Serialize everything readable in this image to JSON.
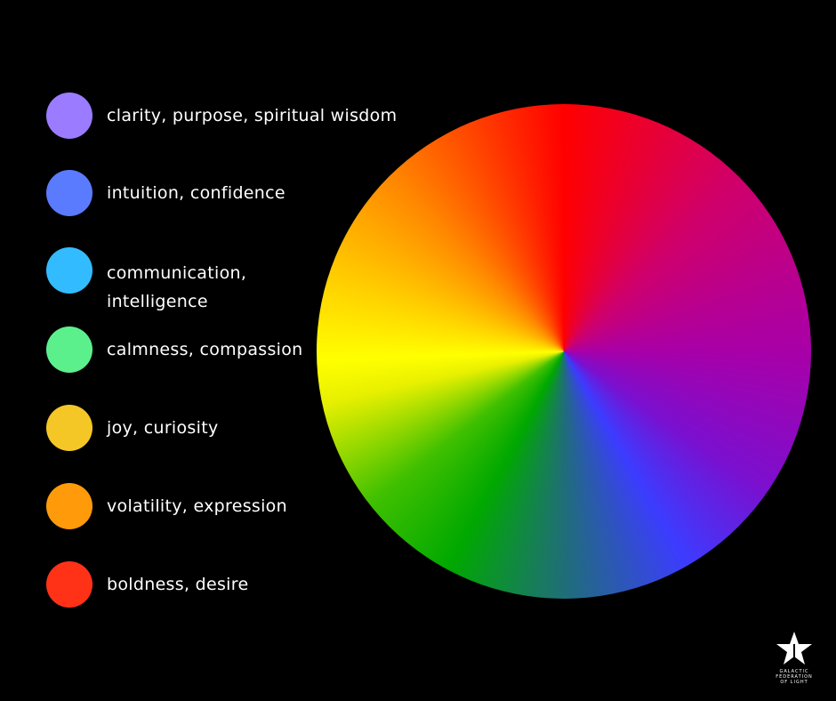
{
  "legend": [
    {
      "label": "clarity, purpose, spiritual wisdom",
      "color": "#9b7bff"
    },
    {
      "label": "intuition, confidence",
      "color": "#5b7bff"
    },
    {
      "label": "communication, intelligence",
      "color": "#33bbff"
    },
    {
      "label": "calmness, compassion",
      "color": "#5cf08c"
    },
    {
      "label": "joy, curiosity",
      "color": "#f5c726"
    },
    {
      "label": "volatility, expression",
      "color": "#ff9a0a"
    },
    {
      "label": "boldness, desire",
      "color": "#ff3218"
    }
  ],
  "wheel": {
    "colors": [
      "red",
      "magenta",
      "purple",
      "blue",
      "teal",
      "green",
      "yellow",
      "orange"
    ]
  },
  "logo": {
    "text": "GALACTIC FEDERATION OF LIGHT",
    "icon": "star-icon"
  }
}
